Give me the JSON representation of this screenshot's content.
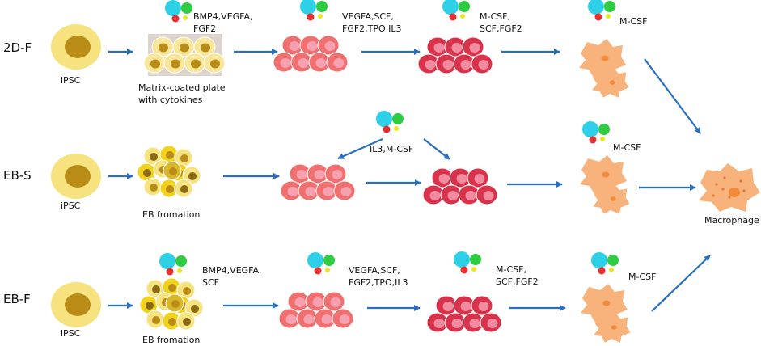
{
  "rows": {
    "r2df": {
      "label": "2D-F",
      "ipsc": "iPSC",
      "plate_line1": "Matrix-coated plate",
      "plate_line2": "with cytokines",
      "c1_line1": "BMP4,VEGFA,",
      "c1_line2": "FGF2",
      "c2_line1": "VEGFA,SCF,",
      "c2_line2": "FGF2,TPO,IL3",
      "c3_line1": "M-CSF,",
      "c3_line2": "SCF,FGF2",
      "c4": "M-CSF"
    },
    "rebs": {
      "label": "EB-S",
      "ipsc": "iPSC",
      "eb": "EB fromation",
      "c_mid": "IL3,M-CSF",
      "c4": "M-CSF"
    },
    "rebf": {
      "label": "EB-F",
      "ipsc": "iPSC",
      "eb": "EB fromation",
      "c1_line1": "BMP4,VEGFA,",
      "c1_line2": "SCF",
      "c2_line1": "VEGFA,SCF,",
      "c2_line2": "FGF2,TPO,IL3",
      "c3_line1": "M-CSF,",
      "c3_line2": "SCF,FGF2",
      "c4": "M-CSF"
    }
  },
  "final_label": "Macrophage",
  "colors": {
    "arrow": "#2a6fbf",
    "ipsc_outer": "#f6e27f",
    "ipsc_nucleus": "#b98c17",
    "pink_cell": "#f07070",
    "pink_nucleus": "#f7a0b0",
    "red_cell": "#d8334a",
    "red_nucleus": "#f28aa0",
    "macro": "#f8b27c",
    "macro_nucleus": "#f28a3a",
    "plate_bg": "#dcd3cc",
    "cyt_cyan": "#2ed0e8",
    "cyt_green": "#2ecc40",
    "cyt_red": "#e83030",
    "cyt_yellow": "#e8e820"
  },
  "icons": [
    "cytokine-cluster-icon",
    "ipsc-cell-icon",
    "eb-cluster-icon",
    "macrophage-cell-icon",
    "arrow-icon"
  ]
}
